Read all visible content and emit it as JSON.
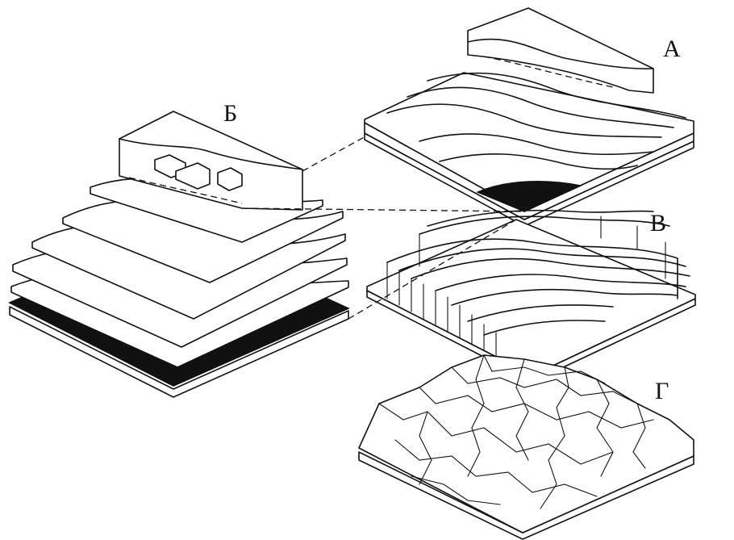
{
  "labels": {
    "a": "А",
    "b": "Б",
    "v": "В",
    "g": "Г"
  },
  "colors": {
    "ink": "#111111",
    "background": "#ffffff"
  }
}
